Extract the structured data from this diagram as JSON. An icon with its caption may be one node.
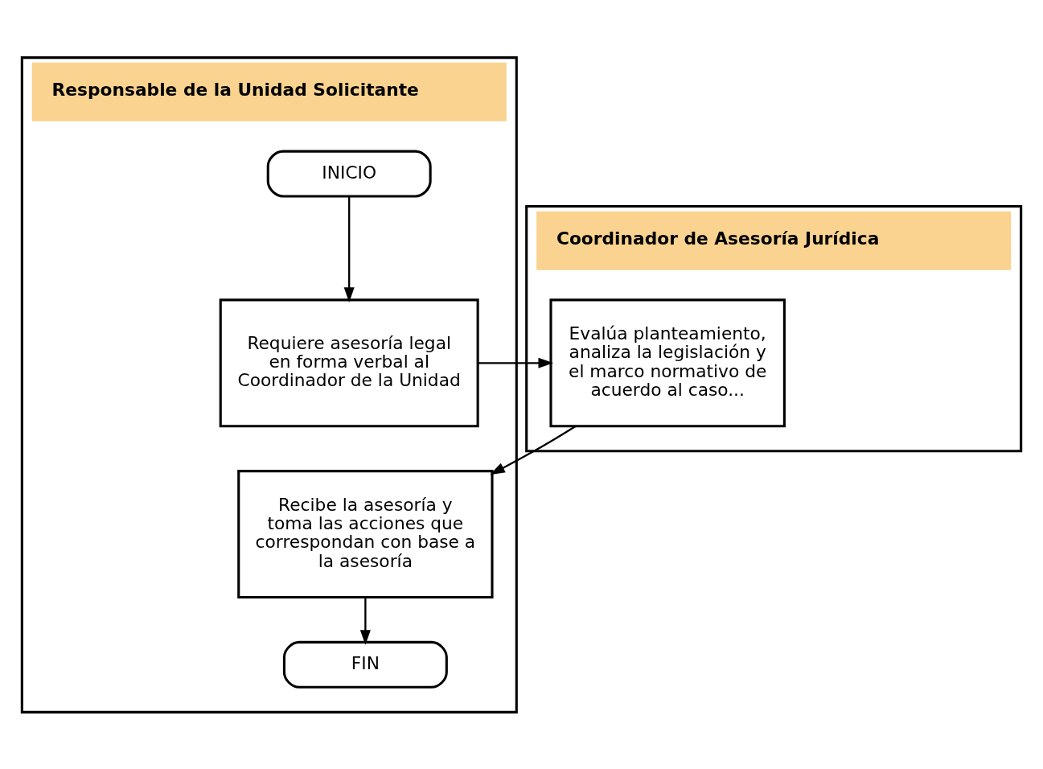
{
  "diagram": {
    "nodes": [
      {
        "text": [
          "Responsable de la Unidad Solicitante"
        ]
      },
      {
        "text": [
          "Coordinador de Asesoría Jurídica"
        ]
      },
      {
        "text": [
          "INICIO"
        ],
        "in": 0
      },
      {
        "text": [
          "Requiere asesoría legal en forma verbal al Coordinador de la Unidad"
        ],
        "in": 0
      },
      {
        "text": [
          "Evalúa planteamiento, analiza la legislación y el marco normativo de acuerdo al caso..."
        ],
        "in": 1
      },
      {
        "text": [
          "Recibe la asesoría y toma las acciones que correspondan con base a la asesoría"
        ],
        "in": 0
      },
      {
        "text": [
          "FIN"
        ],
        "in": 0
      }
    ],
    "edges": [
      {
        "from": 2,
        "to": 3,
        "arrow": "to"
      },
      {
        "from": 3,
        "to": 4,
        "arrow": "to"
      },
      {
        "from": 4,
        "to": 5,
        "arrow": "to"
      },
      {
        "from": 5,
        "to": 6,
        "arrow": "to"
      }
    ]
  }
}
